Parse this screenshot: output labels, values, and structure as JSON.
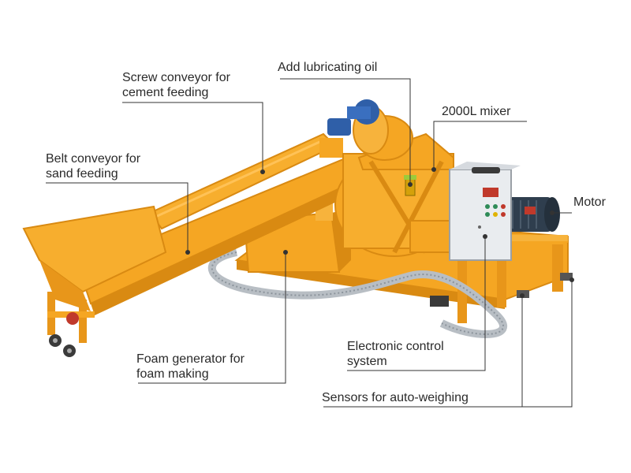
{
  "palette": {
    "frame": "#F5A623",
    "frame_dark": "#D98A12",
    "frame_light": "#FFC257",
    "panel": "#E9ECEF",
    "motor": "#2F3E4E",
    "reducer_blue": "#2F5FA8",
    "hose": "#B8BEC4",
    "leader": "#333333"
  },
  "labels": {
    "screw_conveyor": {
      "line1": "Screw conveyor for",
      "line2": "cement feeding"
    },
    "lubricating_oil": {
      "line1": "Add lubricating oil"
    },
    "mixer": {
      "line1": "2000L mixer"
    },
    "belt_conveyor": {
      "line1": "Belt conveyor for",
      "line2": "sand feeding"
    },
    "motor": {
      "line1": "Motor"
    },
    "foam_generator": {
      "line1": "Foam generator for",
      "line2": "foam making"
    },
    "control_system": {
      "line1": "Electronic control",
      "line2": "system"
    },
    "sensors": {
      "line1": "Sensors for auto-weighing"
    }
  }
}
